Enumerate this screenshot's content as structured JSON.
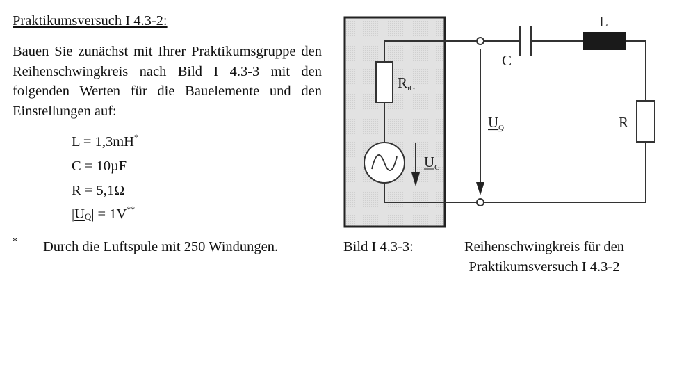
{
  "heading": "Praktikumsversuch I 4.3-2:",
  "paragraph": "Bauen Sie zunächst mit Ihrer Praktikums­gruppe den Reihenschwingkreis nach Bild I 4.3-3 mit den folgenden Werten für die Bauelemente und den Einstellungen auf:",
  "values": {
    "L": "L = 1,3mH",
    "L_mark": "*",
    "C": "C = 10µF",
    "R": "R = 5,1Ω",
    "UQ_prefix": "|",
    "UQ_U": "U",
    "UQ_sub": "Q",
    "UQ_suffix": "| = 1V",
    "UQ_mark": "**"
  },
  "footnote": {
    "mark": "*",
    "text": "Durch die Luftspule mit 250 Windun­gen."
  },
  "figure": {
    "caption_label": "Bild I 4.3-3:",
    "caption_line1": "Reihenschwingkreis für den",
    "caption_line2": "Praktikumsversuch I 4.3-2",
    "labels": {
      "C": "C",
      "L": "L",
      "R": "R",
      "RiG": "R",
      "RiG_sub": "iG",
      "UQ": "U",
      "UQ_sub": "Q",
      "UG": "U",
      "UG_sub": "G"
    }
  }
}
